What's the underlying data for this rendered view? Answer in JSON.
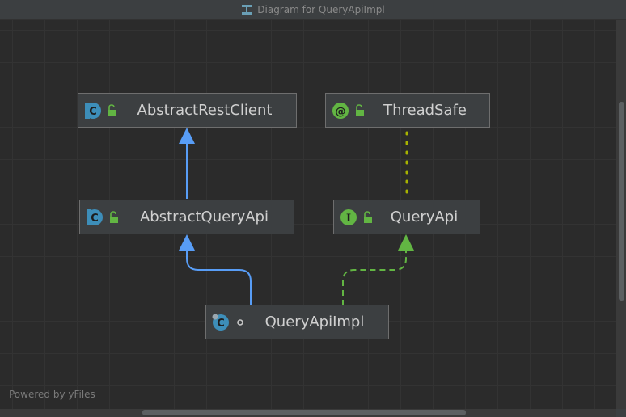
{
  "window": {
    "title": "Diagram for QueryApiImpl"
  },
  "nodes": {
    "abstract_rest_client": {
      "label": "AbstractRestClient",
      "kind": "class",
      "modifier": "public"
    },
    "thread_safe": {
      "label": "ThreadSafe",
      "kind": "annotation",
      "modifier": "public"
    },
    "abstract_query_api": {
      "label": "AbstractQueryApi",
      "kind": "class",
      "modifier": "public"
    },
    "query_api": {
      "label": "QueryApi",
      "kind": "interface",
      "modifier": "public"
    },
    "query_api_impl": {
      "label": "QueryApiImpl",
      "kind": "class",
      "modifier": "package-private"
    }
  },
  "edges": [
    {
      "from": "AbstractQueryApi",
      "to": "AbstractRestClient",
      "type": "extends",
      "style": "solid"
    },
    {
      "from": "QueryApiImpl",
      "to": "AbstractQueryApi",
      "type": "extends",
      "style": "solid"
    },
    {
      "from": "QueryApiImpl",
      "to": "QueryApi",
      "type": "implements",
      "style": "dashed"
    },
    {
      "from": "QueryApi",
      "to": "ThreadSafe",
      "type": "annotated-by",
      "style": "dotted"
    }
  ],
  "footer": {
    "text": "Powered by yFiles"
  },
  "colors": {
    "canvas_bg": "#2b2b2b",
    "node_bg": "#3c3f41",
    "extends_edge": "#589df6",
    "implements_edge": "#62b543",
    "annotation_edge": "#a8b400",
    "class_icon": "#3d8eb9",
    "annotation_icon": "#62b543",
    "interface_icon": "#62b543",
    "lock_icon": "#62b543"
  }
}
